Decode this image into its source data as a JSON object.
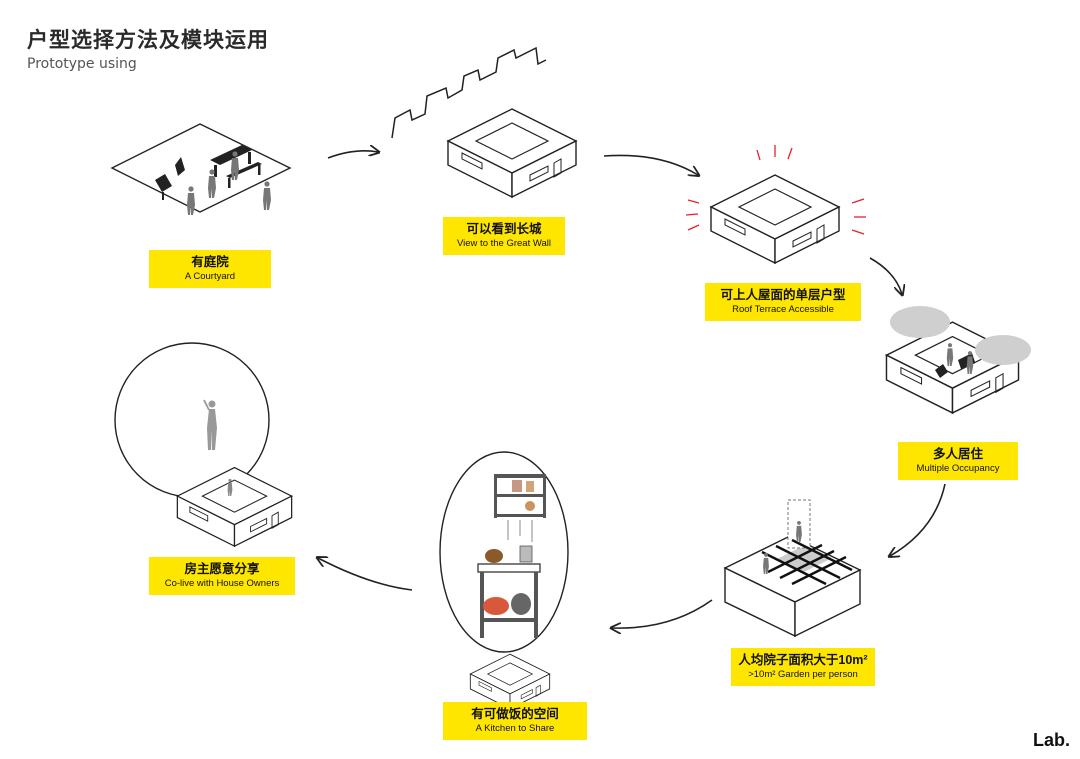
{
  "header": {
    "title": "户型选择方法及模块运用",
    "subtitle": "Prototype using"
  },
  "steps": [
    {
      "zh": "有庭院",
      "en": "A Courtyard"
    },
    {
      "zh": "可以看到长城",
      "en": "View to the Great Wall"
    },
    {
      "zh": "可上人屋面的单层户型",
      "en": "Roof Terrace Accessible"
    },
    {
      "zh": "多人居住",
      "en": "Multiple Occupancy"
    },
    {
      "zh": "人均院子面积大于10m²",
      "en": ">10m² Garden per person"
    },
    {
      "zh": "有可做饭的空间",
      "en": "A Kitchen to Share"
    },
    {
      "zh": "房主愿意分享",
      "en": "Co-live with House Owners"
    }
  ],
  "brand": "Lab.",
  "colors": {
    "highlight": "#ffe600",
    "accent_red": "#e8202a",
    "line": "#222222",
    "gray": "#bfbfbf"
  }
}
